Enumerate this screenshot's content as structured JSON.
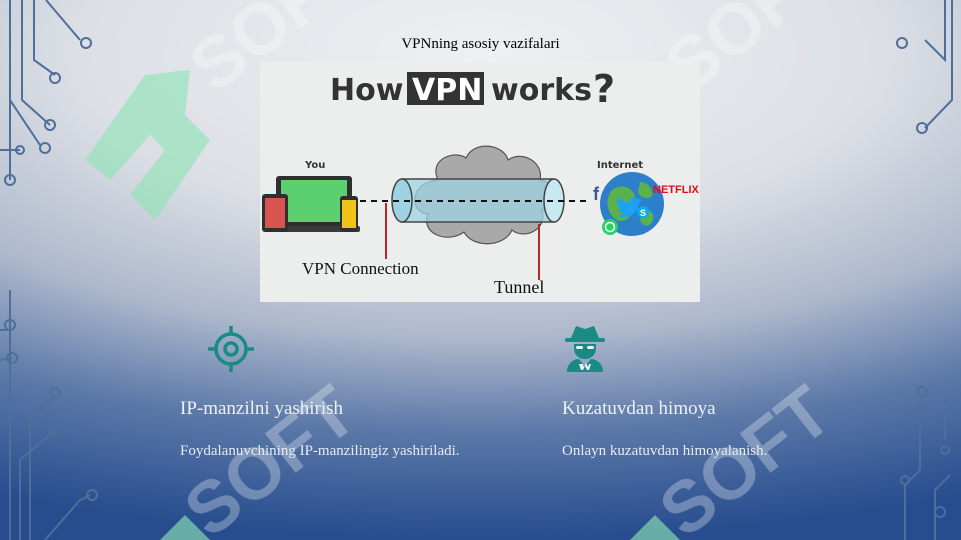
{
  "slide": {
    "title": "VPNning asosiy vazifalari"
  },
  "watermark": {
    "text": "SOFT"
  },
  "figure": {
    "heading_pre": "How",
    "heading_badge": "VPN",
    "heading_post": "works",
    "heading_mark": "?",
    "you_label": "You",
    "internet_label": "Internet",
    "netflix_label": "NETFLIX",
    "facebook_label": "f",
    "vpn_connection_label": "VPN Connection",
    "tunnel_label": "Tunnel"
  },
  "features": [
    {
      "icon": "target-icon",
      "title": "IP-manzilni yashirish",
      "description": "Foydalanuvchining IP-manzilingiz yashiriladi."
    },
    {
      "icon": "spy-icon",
      "title": "Kuzatuvdan himoya",
      "description": "Onlayn kuzatuvdan himoyalanish."
    }
  ],
  "colors": {
    "accent_teal": "#1a8b84",
    "watermark_green": "#8fe3b5",
    "tunnel_blue": "#9ed3e4",
    "laptop_green": "#5ccf70",
    "red_line": "#b3262a"
  }
}
